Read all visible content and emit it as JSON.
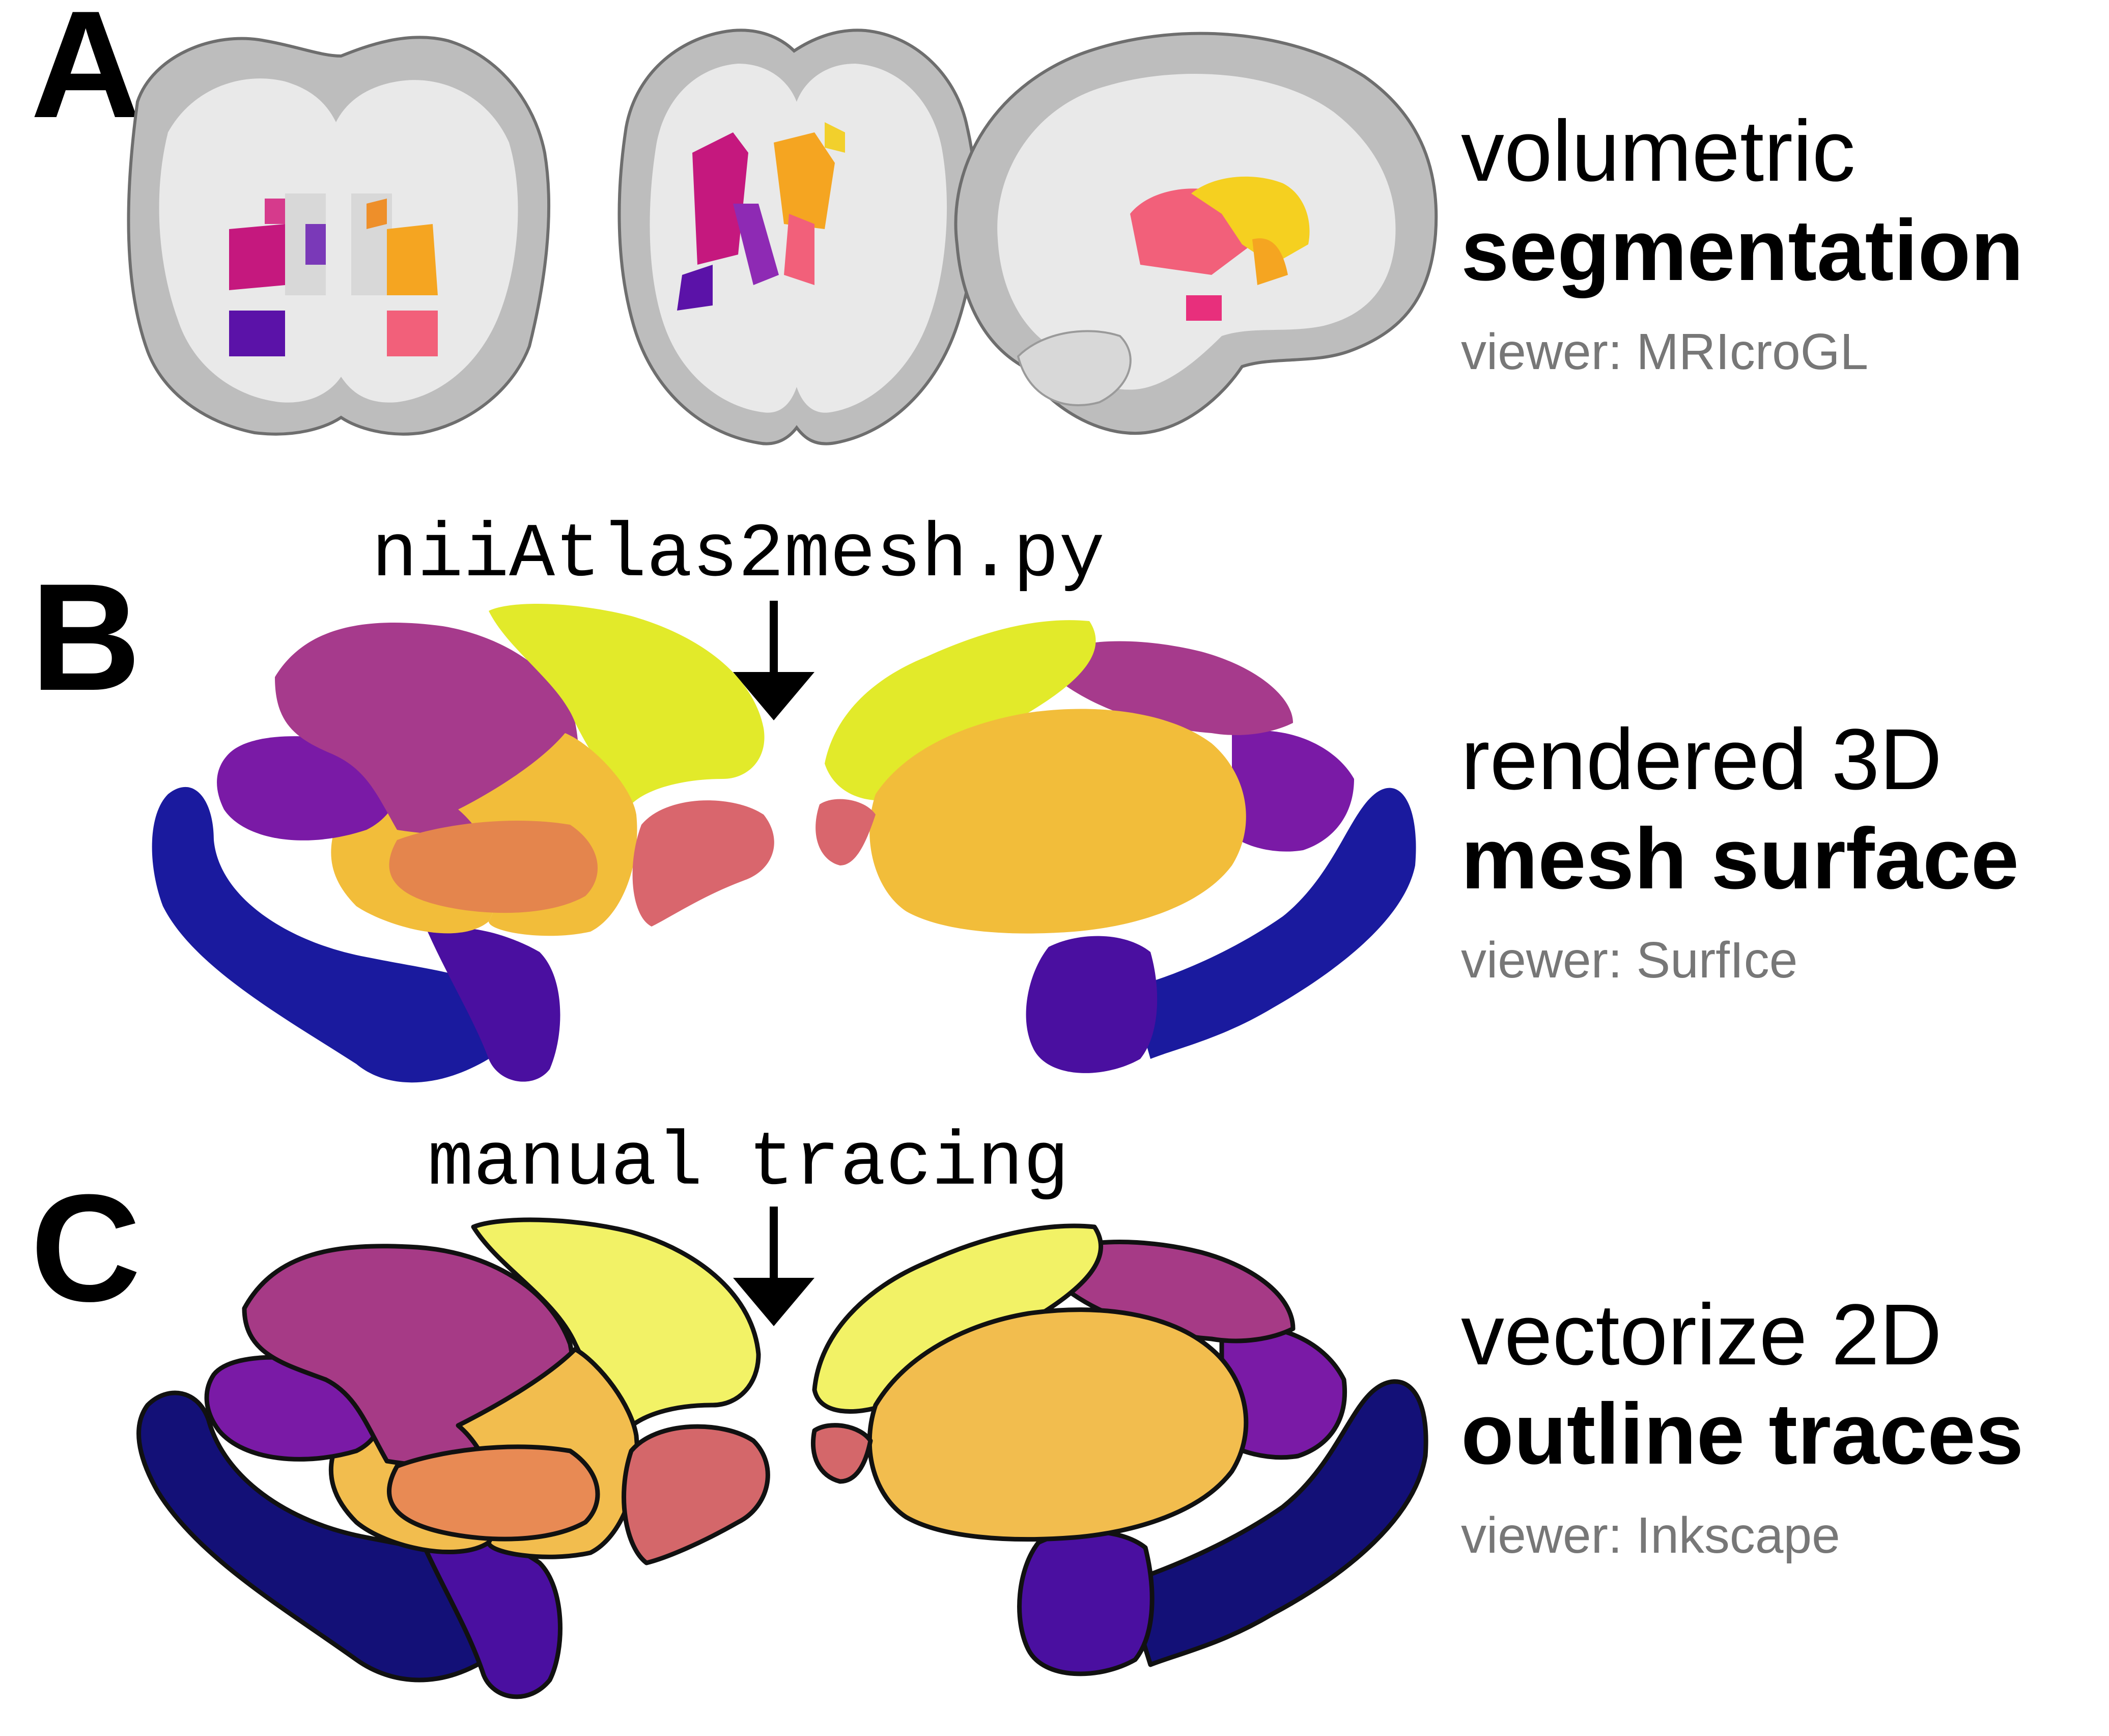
{
  "panels": {
    "a": {
      "letter": "A",
      "line1": "volumetric",
      "line2": "segmentation",
      "viewer": "viewer: MRIcroGL"
    },
    "b": {
      "letter": "B",
      "line1": "rendered 3D",
      "line2": "mesh surface",
      "viewer": "viewer: SurfIce"
    },
    "c": {
      "letter": "C",
      "line1": "vectorize 2D",
      "line2": "outline traces",
      "viewer": "viewer: Inkscape"
    }
  },
  "steps": {
    "mesh_script": "niiAtlas2mesh.py",
    "tracing": "manual tracing"
  },
  "colors": {
    "dark_blue": "#131077",
    "blue": "#1a1a9e",
    "indigo": "#4a0fa0",
    "purple": "#7a1aa6",
    "magenta": "#a63a86",
    "salmon": "#d4676a",
    "orange": "#e88a54",
    "amber": "#f2bd4e",
    "yellow": "#f2f266",
    "lime": "#e6f03a",
    "brain_gray": "#c9c9c9",
    "brain_light": "#efefef"
  }
}
